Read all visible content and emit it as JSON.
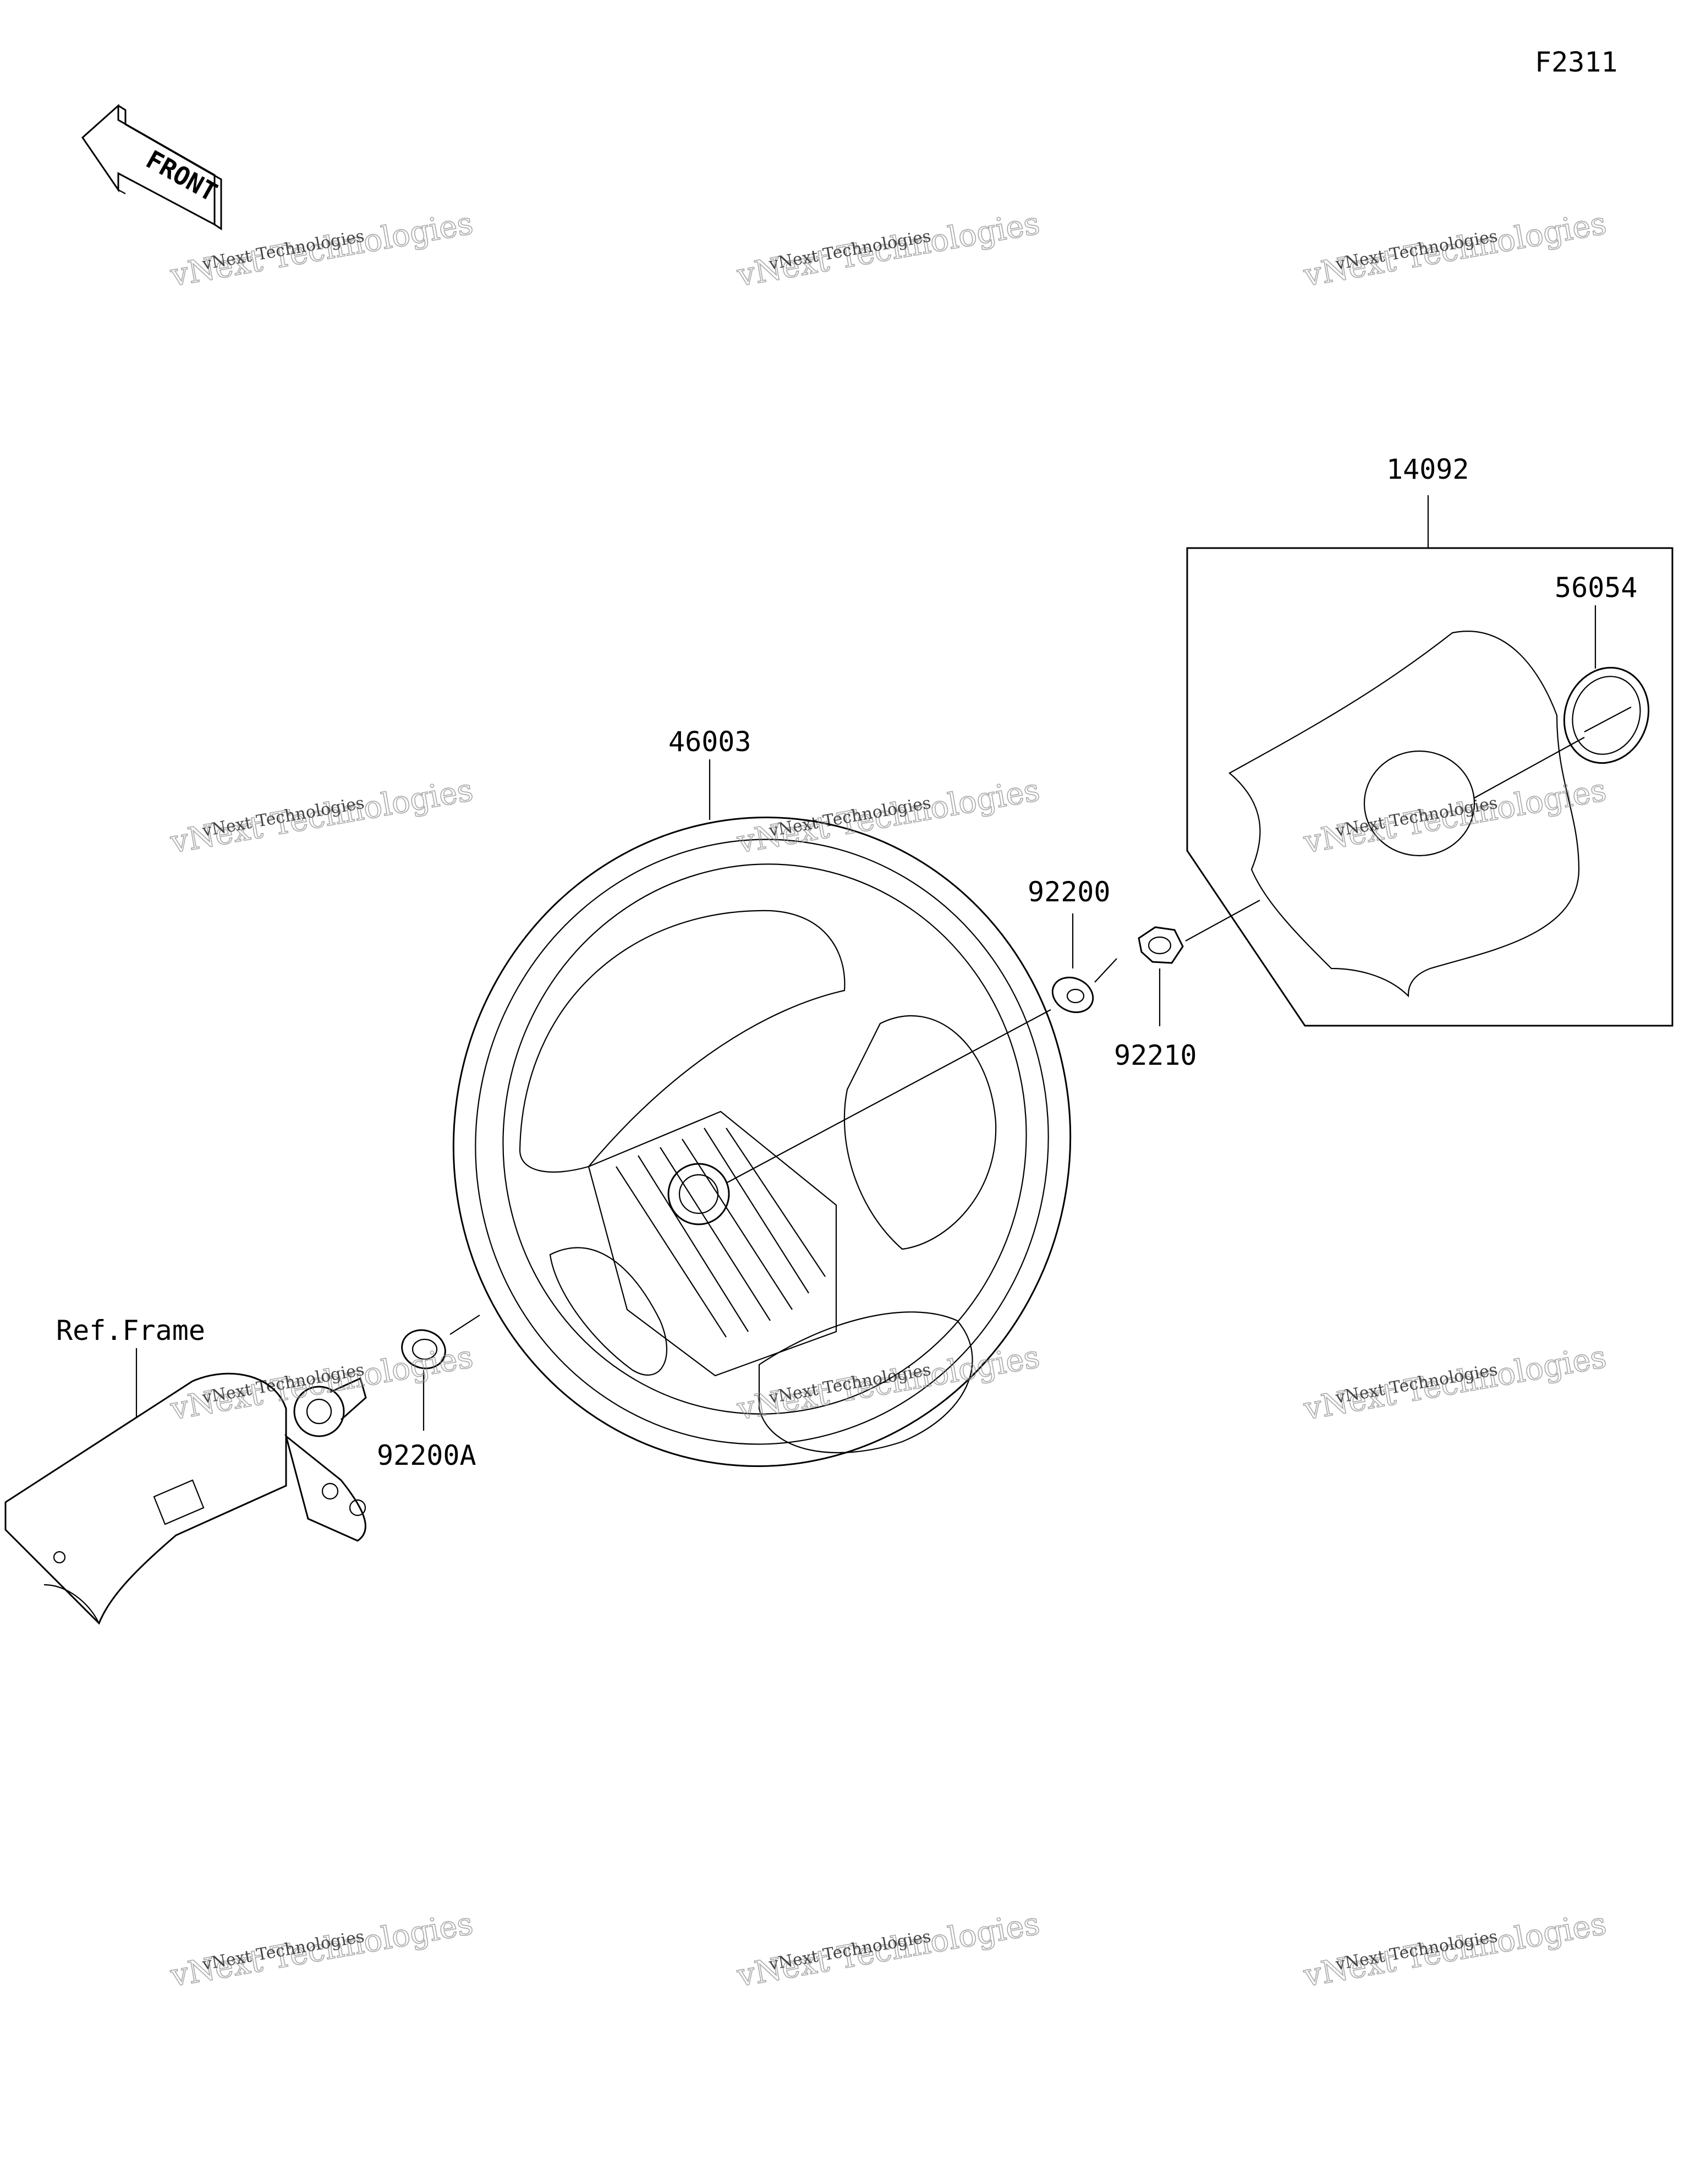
{
  "diagram": {
    "figure_code": "F2311",
    "front_label": "FRONT",
    "ref_label": "Ref.Frame",
    "parts": {
      "wheel": "46003",
      "pad_assembly": "14092",
      "emblem": "56054",
      "washer": "92200",
      "nut": "92210",
      "washer_a": "92200A"
    }
  },
  "watermark": {
    "line1": "vNext Technologies",
    "line2": "vNext Technologies"
  }
}
